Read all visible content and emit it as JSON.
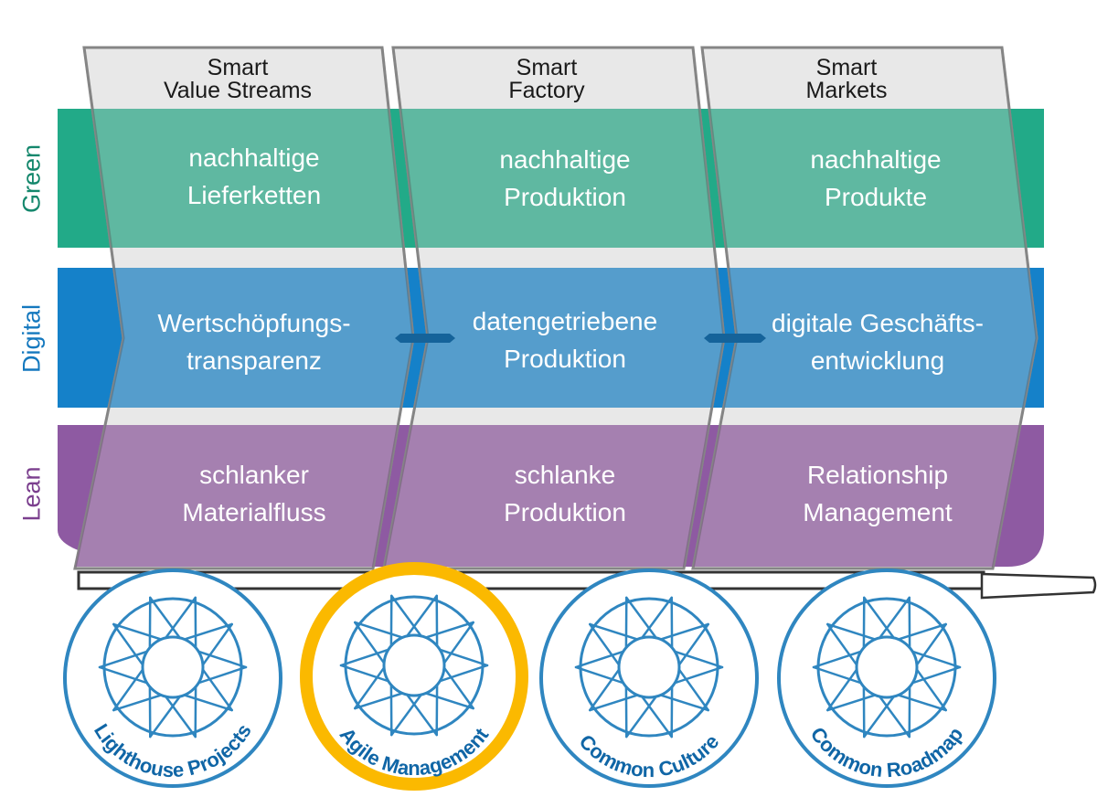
{
  "columns": [
    {
      "title_line1": "Smart",
      "title_line2": "Value Streams"
    },
    {
      "title_line1": "Smart",
      "title_line2": "Factory"
    },
    {
      "title_line1": "Smart",
      "title_line2": "Markets"
    }
  ],
  "rows": [
    {
      "label": "Green",
      "color": "#22aa88",
      "label_color": "#14876c",
      "cells": [
        [
          "nachhaltige",
          "Lieferketten"
        ],
        [
          "nachhaltige",
          "Produktion"
        ],
        [
          "nachhaltige",
          "Produkte"
        ]
      ]
    },
    {
      "label": "Digital",
      "color": "#1581c9",
      "label_color": "#1478be",
      "cells": [
        [
          "Wertschöpfungs-",
          "transparenz"
        ],
        [
          "datengetriebene",
          "Produktion"
        ],
        [
          "digitale Geschäfts-",
          "entwicklung"
        ]
      ]
    },
    {
      "label": "Lean",
      "color": "#8e5aa2",
      "label_color": "#7b3f8e",
      "cells": [
        [
          "schlanker",
          "Materialfluss"
        ],
        [
          "schlanke",
          "Produktion"
        ],
        [
          "Relationship",
          "Management"
        ]
      ]
    }
  ],
  "wheels": [
    {
      "label": "Lighthouse Projects",
      "highlighted": false
    },
    {
      "label": "Agile Management",
      "highlighted": true
    },
    {
      "label": "Common Culture",
      "highlighted": false
    },
    {
      "label": "Common Roadmap",
      "highlighted": false
    }
  ],
  "colors": {
    "wheel_blue": "#2f86c0",
    "wheel_text": "#1066a6",
    "highlight_ring": "#fbb900",
    "chevron_fill": "#e8e8e8",
    "chevron_stroke": "#a8a8a8"
  }
}
